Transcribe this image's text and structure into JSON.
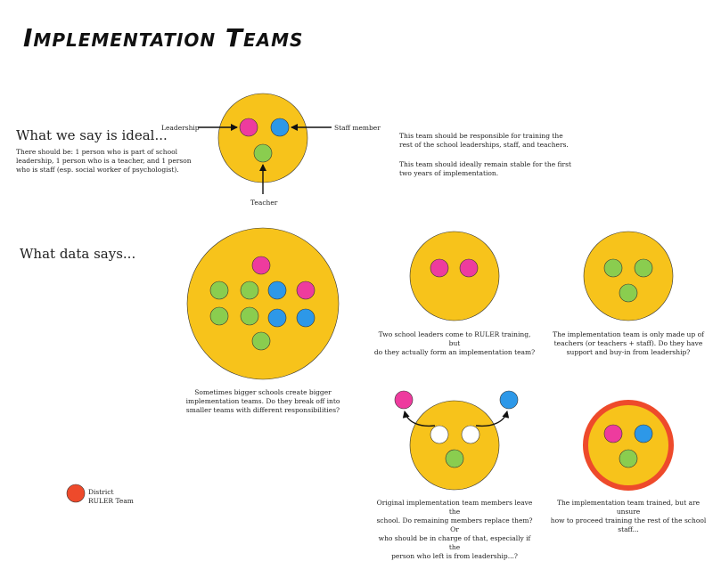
{
  "title": "Implementation Teams",
  "colors": {
    "team_circle": "#F7C31B",
    "leadership": "#EE3B9E",
    "staff": "#2D98E8",
    "teacher": "#8ACD4F",
    "district": "#EE4A2B",
    "empty": "#FFFFFF"
  },
  "ideal": {
    "heading": "What we say is ideal...",
    "text_line1": "There should be: 1 person who is part of school",
    "text_line2": "leadership, 1 person who is a teacher, and 1 person",
    "text_line3": "who is staff (esp. social worker of psychologist).",
    "label_leadership": "Leadership",
    "label_staff": "Staff member",
    "label_teacher": "Teacher",
    "right_line1": "This team should be responsible for training the",
    "right_line2": "rest of the school leaderships, staff, and teachers.",
    "right_line3": "This team should ideally remain stable for the first",
    "right_line4": "two years of implementation."
  },
  "data": {
    "heading": "What data says...",
    "big_line1": "Sometimes bigger schools create bigger",
    "big_line2": "implementation teams. Do they break off into",
    "big_line3": "smaller teams with different responsibilities?",
    "two_leaders_line1": "Two school leaders come to RULER training, but",
    "two_leaders_line2": "do they actually form an implementation team?",
    "teachers_line1": "The implementation team is only made up of",
    "teachers_line2": "teachers (or teachers + staff). Do they have",
    "teachers_line3": "support and buy-in from leadership?",
    "leave_line1": "Original implementation team members leave the",
    "leave_line2": "school. Do remaining members replace them? Or",
    "leave_line3": "who should be in charge of that, especially if the",
    "leave_line4": "person who left is from leadership...?",
    "unsure_line1": "The implementation team trained, but are unsure",
    "unsure_line2": "how to proceed training the rest of the school",
    "unsure_line3": "staff..."
  },
  "legend": {
    "line1": "District",
    "line2": "RULER Team"
  }
}
